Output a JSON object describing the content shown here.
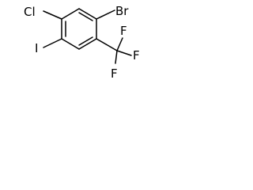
{
  "molecule": {
    "atoms": {
      "chlorine": "Cl",
      "bromine": "Br",
      "iodine": "I",
      "fluorine_top": "F",
      "fluorine_right": "F",
      "fluorine_bottom": "F"
    },
    "colors": {
      "bond": "#000000",
      "label": "#000000",
      "background": "#ffffff"
    }
  }
}
